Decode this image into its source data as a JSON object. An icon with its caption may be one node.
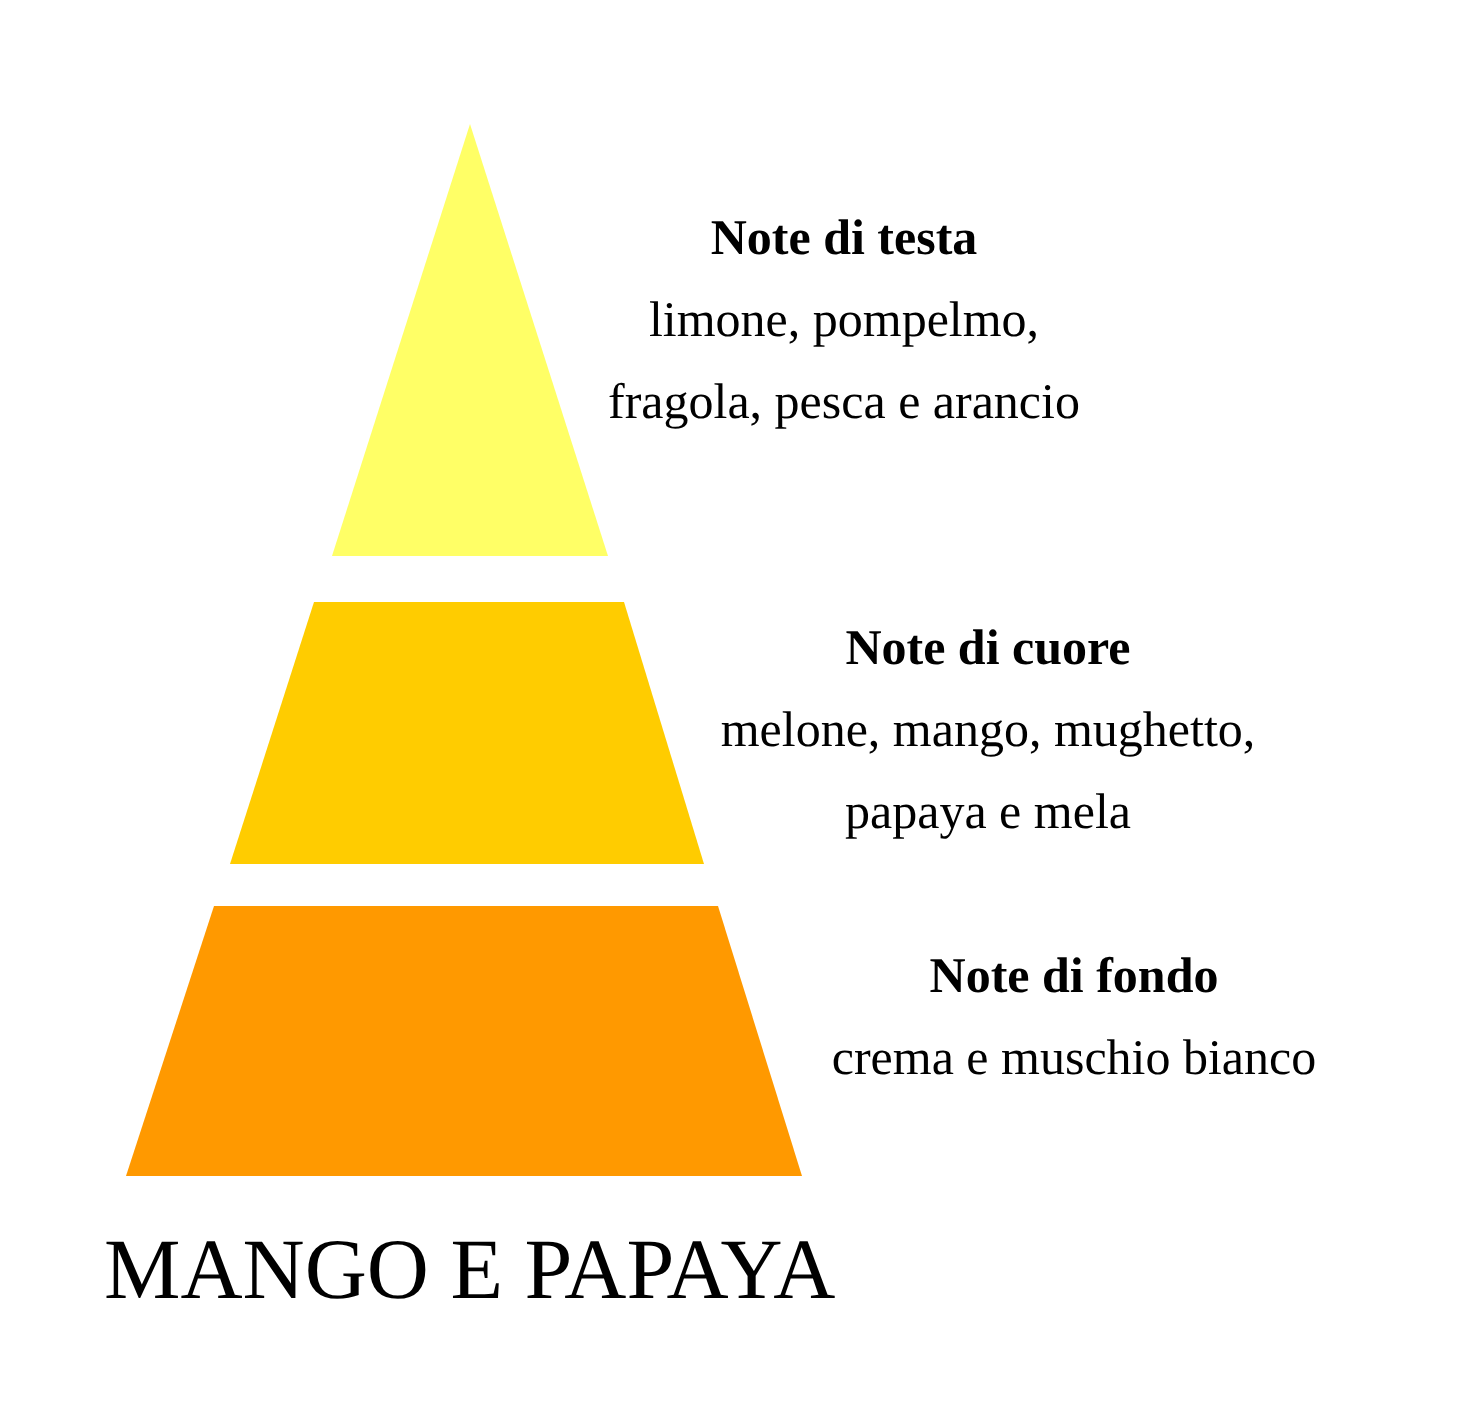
{
  "diagram": {
    "title": "MANGO E PAPAYA",
    "nodes": [
      {
        "text": [],
        "shape": "triangle",
        "beside": [
          "Note di testa",
          "limone, pompelmo, fragola, pesca e arancio"
        ]
      },
      {
        "text": [],
        "shape": "trapezoid",
        "beside": [
          "Note di cuore",
          "melone, mango, mughetto, papaya e mela"
        ]
      },
      {
        "text": [],
        "shape": "trapezoid",
        "beside": [
          "Note di fondo",
          "crema e muschio bianco"
        ]
      }
    ]
  }
}
